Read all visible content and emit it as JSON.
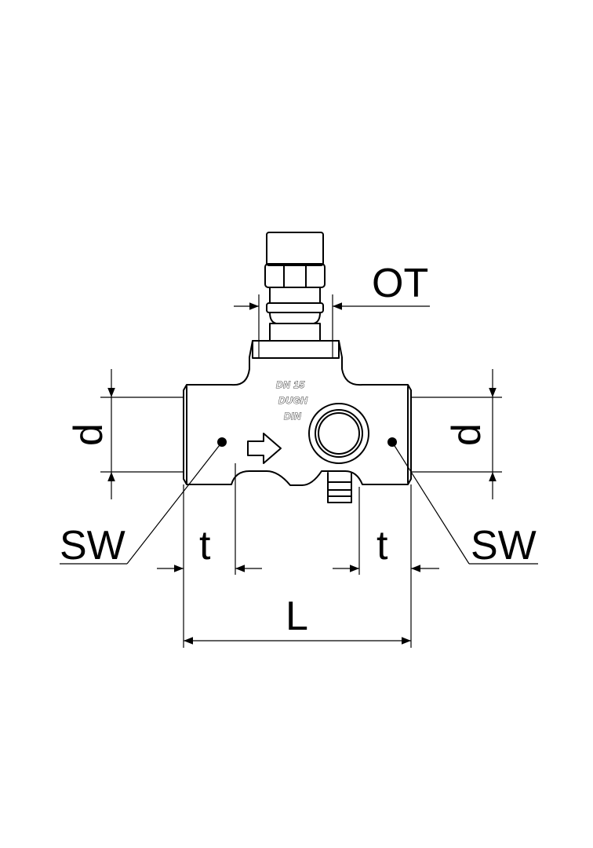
{
  "labels": {
    "ot": "OT",
    "d_left": "d",
    "d_right": "d",
    "sw_left": "SW",
    "sw_right": "SW",
    "t_left": "t",
    "t_right": "t",
    "l": "L"
  },
  "body_marking": {
    "line1": "DN 15",
    "line2": "DUGH",
    "line3": "DIN"
  }
}
